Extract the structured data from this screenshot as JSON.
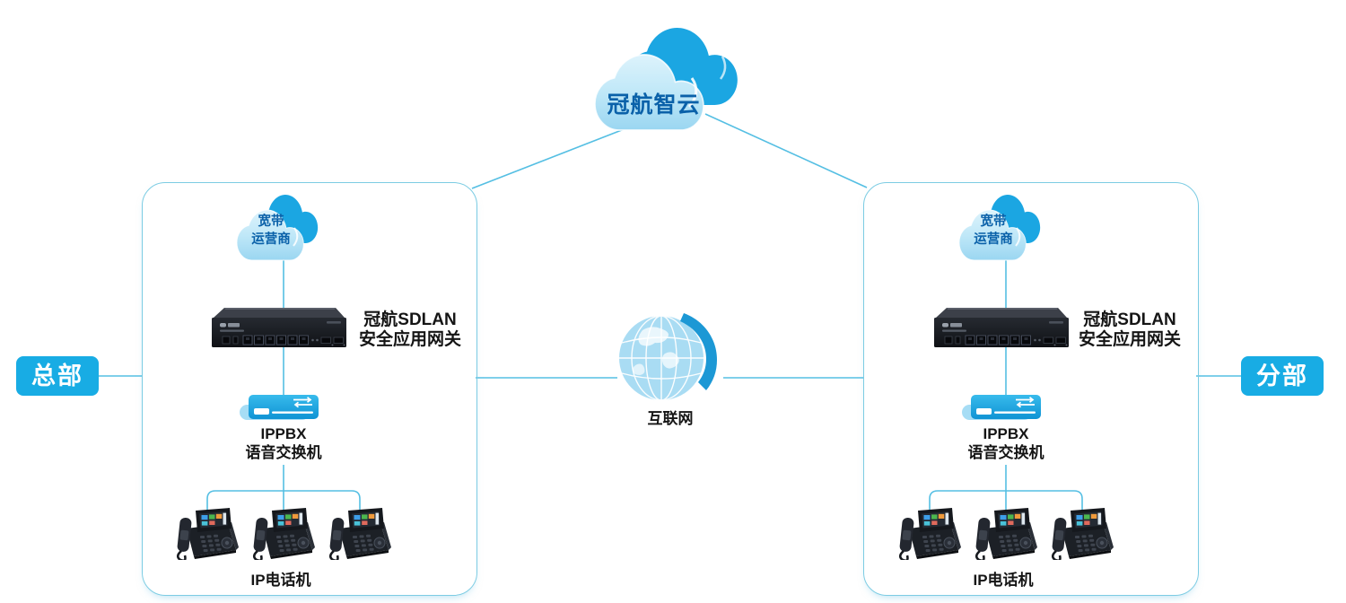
{
  "colors": {
    "line": "#55BFE3",
    "box_border": "#7CCCE3",
    "badge_bg": "#18ACE4",
    "badge_text": "#FFFFFF",
    "cloud_dark": "#1BA6E2",
    "cloud_text": "#0A61A9",
    "label_text": "#151515",
    "globe_sphere": "#A9DCF3",
    "globe_accent": "#1C98D5",
    "pbx_band": "#A6DDF5"
  },
  "top_cloud": {
    "label": "冠航智云"
  },
  "internet": {
    "label": "互联网"
  },
  "sites": [
    {
      "badge": "总部",
      "isp_cloud": {
        "line1": "宽带",
        "line2": "运营商"
      },
      "gateway": {
        "line1": "冠航SDLAN",
        "line2": "安全应用网关"
      },
      "ippbx": {
        "line1": "IPPBX",
        "line2": "语音交换机"
      },
      "phones_label": "IP电话机"
    },
    {
      "badge": "分部",
      "isp_cloud": {
        "line1": "宽带",
        "line2": "运营商"
      },
      "gateway": {
        "line1": "冠航SDLAN",
        "line2": "安全应用网关"
      },
      "ippbx": {
        "line1": "IPPBX",
        "line2": "语音交换机"
      },
      "phones_label": "IP电话机"
    }
  ]
}
